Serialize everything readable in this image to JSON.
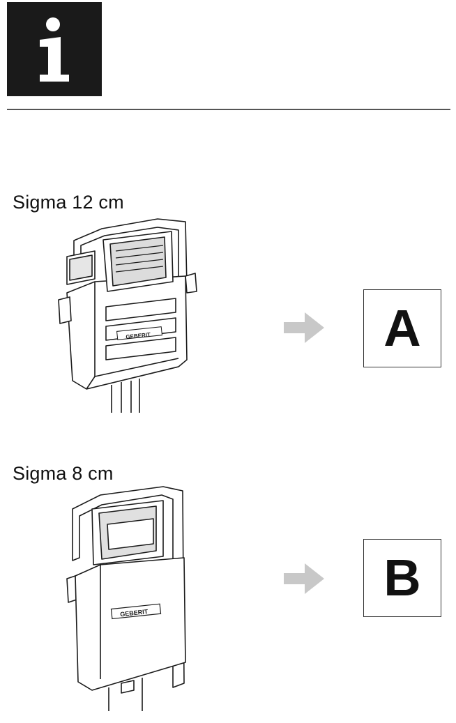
{
  "header": {
    "icon": "info-icon",
    "icon_color": "#1a1a1a"
  },
  "variants": [
    {
      "label": "Sigma 12 cm",
      "brand_label": "GEBERIT",
      "arrow_icon": "arrow-right-icon",
      "arrow_color": "#c8c8c8",
      "result": "A"
    },
    {
      "label": "Sigma 8 cm",
      "brand_label": "GEBERIT",
      "arrow_icon": "arrow-right-icon",
      "arrow_color": "#c8c8c8",
      "result": "B"
    }
  ]
}
